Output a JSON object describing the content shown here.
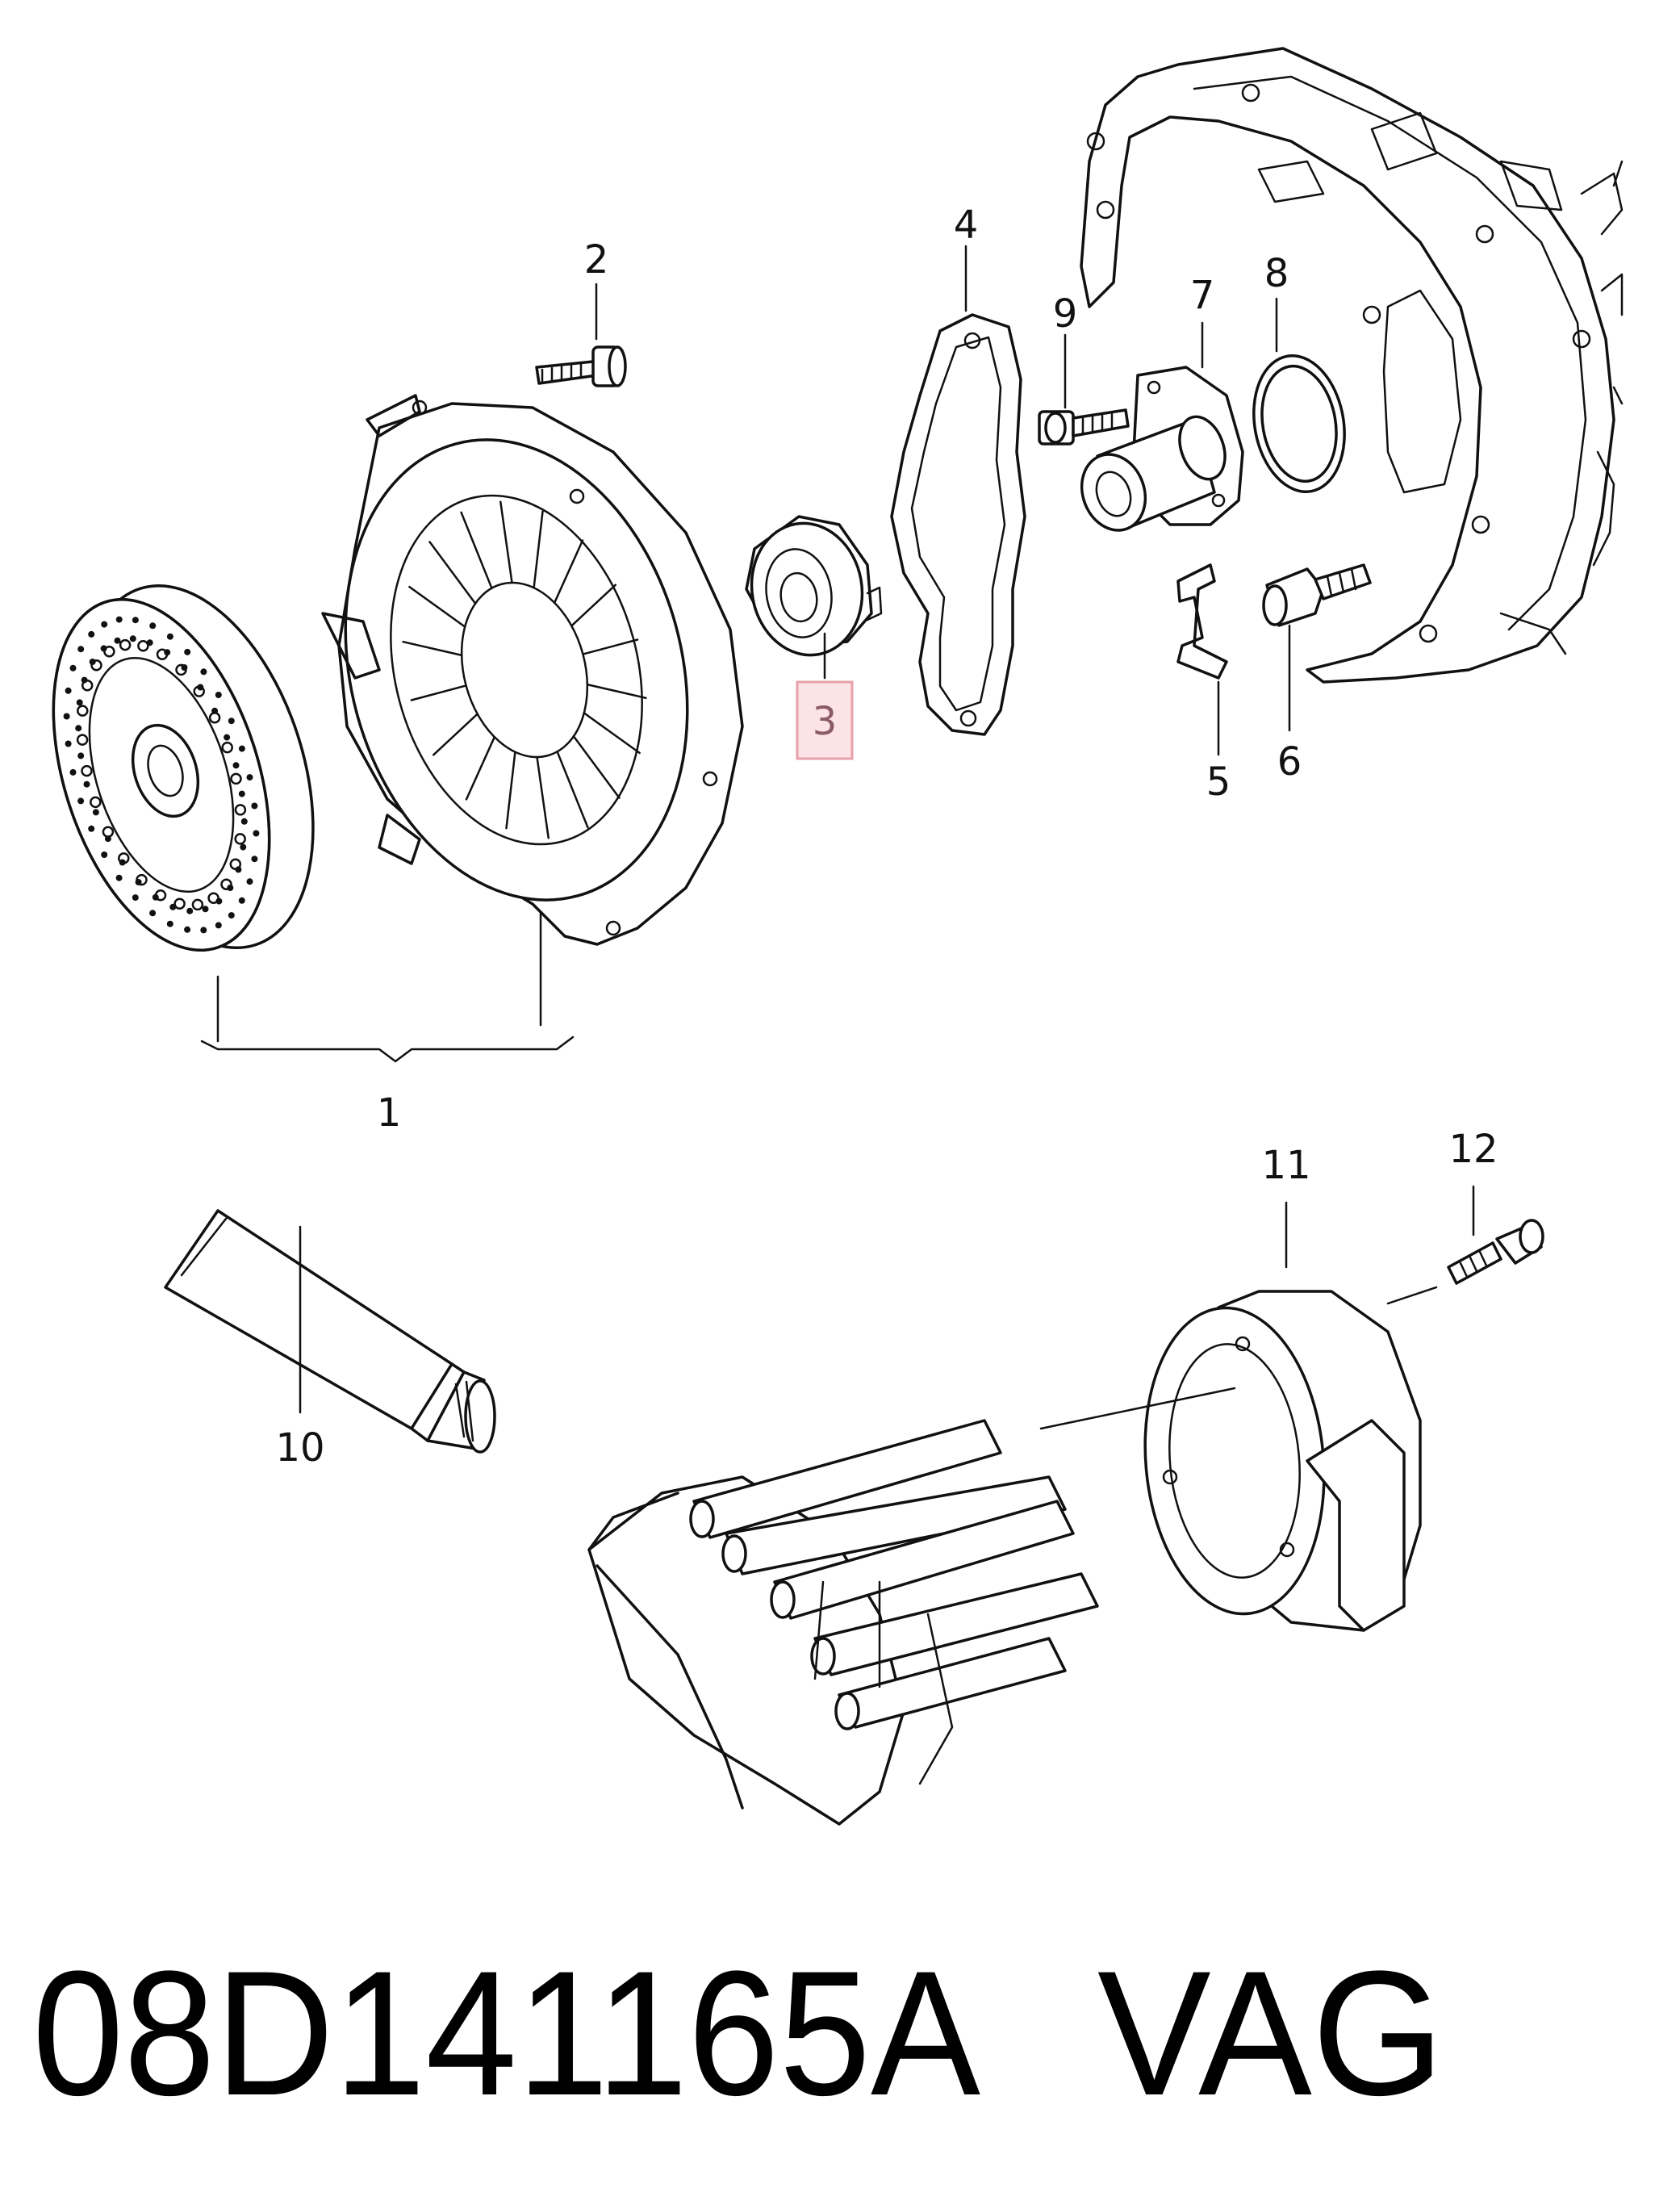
{
  "diagram": {
    "callouts": [
      {
        "id": "1",
        "label": "1"
      },
      {
        "id": "2",
        "label": "2"
      },
      {
        "id": "3",
        "label": "3",
        "highlighted": true
      },
      {
        "id": "4",
        "label": "4"
      },
      {
        "id": "5",
        "label": "5"
      },
      {
        "id": "6",
        "label": "6"
      },
      {
        "id": "7",
        "label": "7"
      },
      {
        "id": "8",
        "label": "8"
      },
      {
        "id": "9",
        "label": "9"
      },
      {
        "id": "10",
        "label": "10"
      },
      {
        "id": "11",
        "label": "11"
      },
      {
        "id": "12",
        "label": "12"
      }
    ],
    "highlight_color": "#e8a0aa",
    "highlight_fill": "#fbe3e6"
  },
  "footer": {
    "part_number": "08D141165A",
    "brand": "VAG"
  }
}
